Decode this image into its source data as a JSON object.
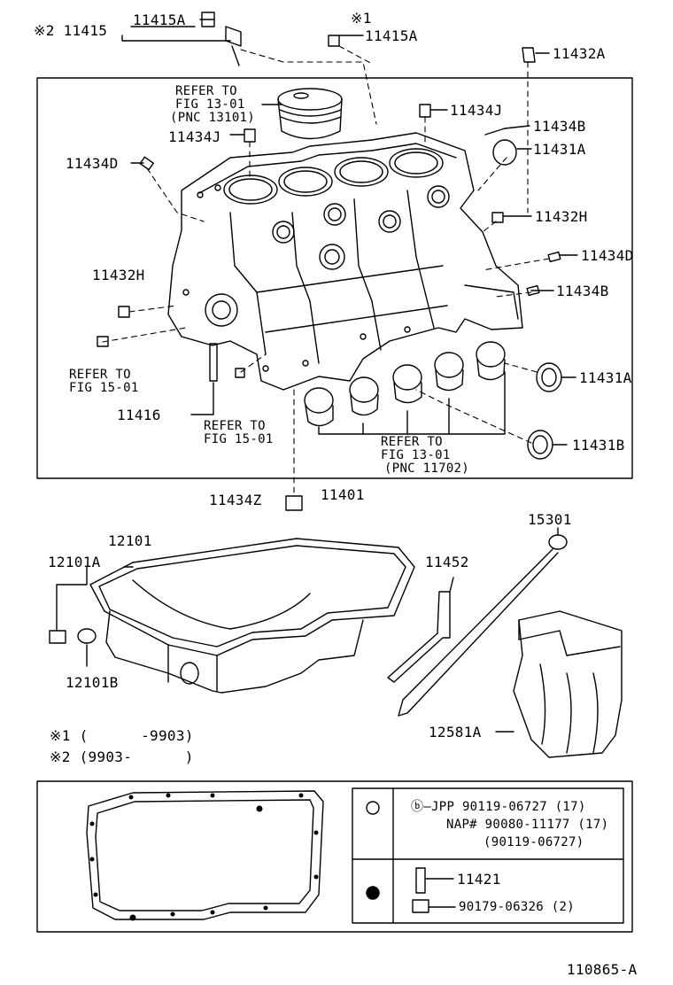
{
  "labels": {
    "p11415": "※2 11415",
    "p11415A_top": "11415A",
    "note1_mark": "※1",
    "p11415A_right": "11415A",
    "p11432A": "11432A",
    "refer_piston": [
      "REFER TO",
      "FIG 13-01",
      "(PNC 13101)"
    ],
    "p11434J_top": "11434J",
    "p11434J_left": "11434J",
    "p11434B_top": "11434B",
    "p11431A_top": "11431A",
    "p11434D_left": "11434D",
    "p11432H_right": "11432H",
    "p11434D_right": "11434D",
    "p11432H_left": "11432H",
    "p11434B_right": "11434B",
    "refer_fig15_left": [
      "REFER TO",
      "FIG 15-01"
    ],
    "p11416": "11416",
    "refer_fig15_mid": [
      "REFER TO",
      "FIG 15-01"
    ],
    "refer_bearing": [
      "REFER TO",
      "FIG 13-01",
      "(PNC 11702)"
    ],
    "p11431A_right": "11431A",
    "p11431B": "11431B",
    "p11434Z": "11434Z",
    "p11401": "11401",
    "p12101": "12101",
    "p12101A": "12101A",
    "p12101B": "12101B",
    "p11452": "11452",
    "p15301": "15301",
    "p12581A": "12581A",
    "note1": "※1 (      -9903)",
    "note2": "※2 (9903-      )"
  },
  "legend": {
    "row1": {
      "symbol": "open-circle",
      "lines": [
        "ⓑ—JPP  90119-06727 (17)",
        "NAP# 90080-11177 (17)",
        "(90119-06727)"
      ]
    },
    "row2": {
      "symbol": "filled-circle",
      "lines": [
        "11421",
        "90179-06326 (2)"
      ]
    }
  },
  "figure_id": "110865-A"
}
